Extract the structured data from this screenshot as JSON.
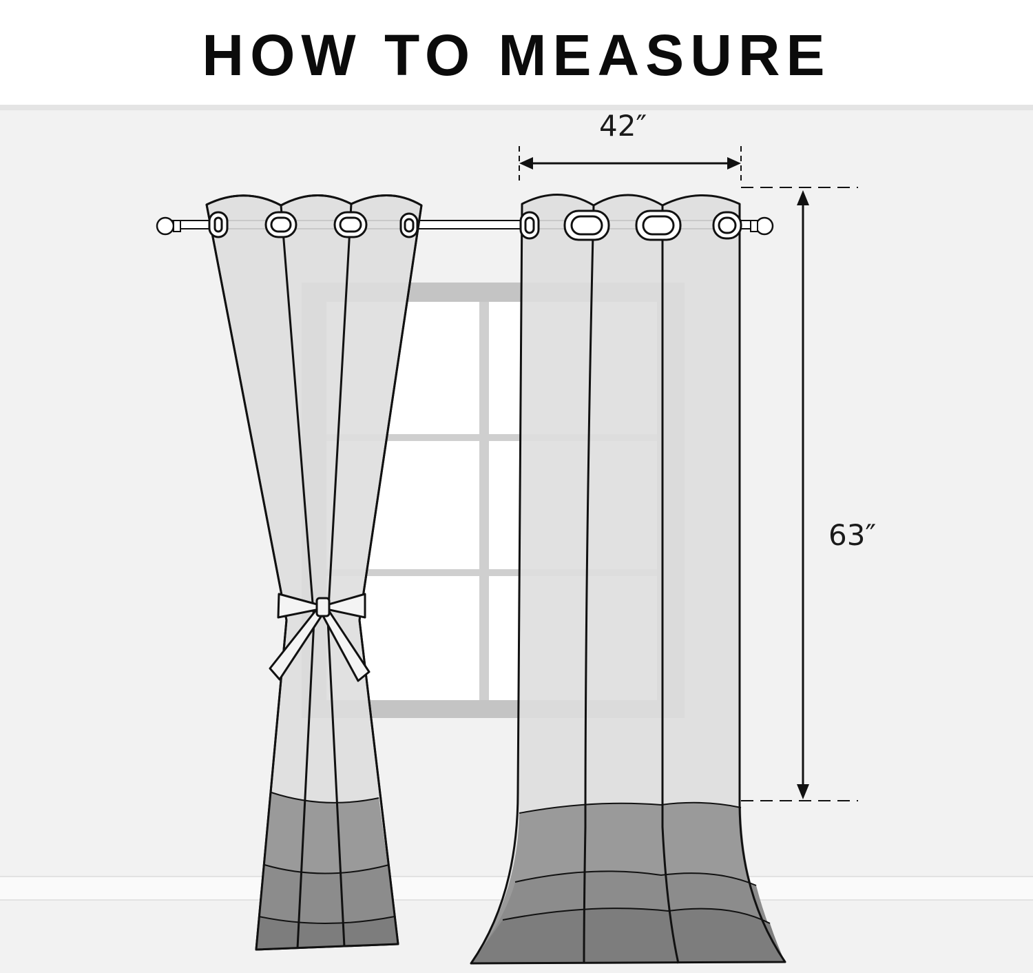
{
  "title": "HOW TO MEASURE",
  "width_label": "42″",
  "height_label": "63″",
  "colors": {
    "wall": "#f2f2f2",
    "header_bg": "#ffffff",
    "sheer": "#dedede",
    "hem_top": "#9a9a9a",
    "hem_mid": "#8c8c8c",
    "hem_bottom": "#7d7d7d",
    "window_frame": "#c2c2c2",
    "outline": "#111111"
  },
  "icons": [
    "curtain-rod-icon",
    "grommet-icon",
    "bow-tieback-icon",
    "window-icon",
    "dimension-arrow-icon"
  ]
}
